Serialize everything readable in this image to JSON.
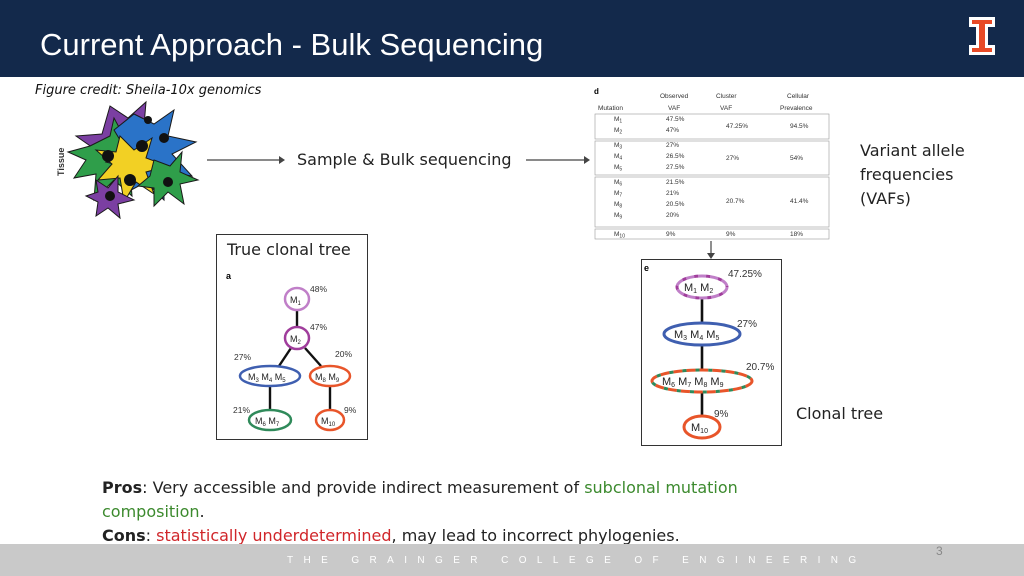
{
  "header": {
    "title": "Current Approach - Bulk Sequencing",
    "bg_color": "#13294b",
    "logo_color": "#e84a27"
  },
  "credit": "Figure credit: Sheila-10x genomics",
  "tissue_label": "Tissue",
  "arrow1_label": "Sample & Bulk sequencing",
  "vaf_note": [
    "Variant allele",
    "frequencies",
    "(VAFs)"
  ],
  "panel_d": {
    "letter": "d",
    "headers": {
      "mutation": "Mutation",
      "observed_1": "Observed",
      "observed_2": "VAF",
      "cluster_1": "Cluster",
      "cluster_2": "VAF",
      "cellular_1": "Cellular",
      "cellular_2": "Prevalence"
    },
    "rows": [
      {
        "m": "1",
        "vaf": "47.5%"
      },
      {
        "m": "2",
        "vaf": "47%"
      },
      {
        "m": "3",
        "vaf": "27%"
      },
      {
        "m": "4",
        "vaf": "26.5%"
      },
      {
        "m": "5",
        "vaf": "27.5%"
      },
      {
        "m": "6",
        "vaf": "21.5%"
      },
      {
        "m": "7",
        "vaf": "21%"
      },
      {
        "m": "8",
        "vaf": "20.5%"
      },
      {
        "m": "9",
        "vaf": "20%"
      },
      {
        "m": "10",
        "vaf": "9%"
      }
    ],
    "clusters": [
      {
        "vaf": "47.25%",
        "prev": "94.5%"
      },
      {
        "vaf": "27%",
        "prev": "54%"
      },
      {
        "vaf": "20.7%",
        "prev": "41.4%"
      },
      {
        "vaf": "9%",
        "prev": "18%"
      }
    ]
  },
  "true_tree": {
    "label": "True clonal tree",
    "letter": "a",
    "pcts": {
      "m1": "48%",
      "m2": "47%",
      "c3": "27%",
      "c8": "20%",
      "c6": "21%",
      "m10": "9%"
    }
  },
  "clonal_tree": {
    "letter": "e",
    "pcts": [
      "47.25%",
      "27%",
      "20.7%",
      "9%"
    ]
  },
  "clonal_tree_label": "Clonal tree",
  "pros": {
    "label": "Pros",
    "text1": ": Very accessible and provide indirect measurement of ",
    "highlight1": "subclonal mutation composition",
    "text2": "."
  },
  "cons": {
    "label": "Cons",
    "text1": ": ",
    "highlight1": "statistically underdetermined",
    "text2": ", may lead to incorrect phylogenies."
  },
  "footer": {
    "text": "THE GRAINGER COLLEGE OF ENGINEERING",
    "page": "3"
  },
  "colors": {
    "m1": "#c07fc8",
    "m2": "#a03d9c",
    "c3": "#3f5fb0",
    "c8": "#e8552a",
    "c6": "#2f8a5a",
    "c10": "#e8552a"
  }
}
